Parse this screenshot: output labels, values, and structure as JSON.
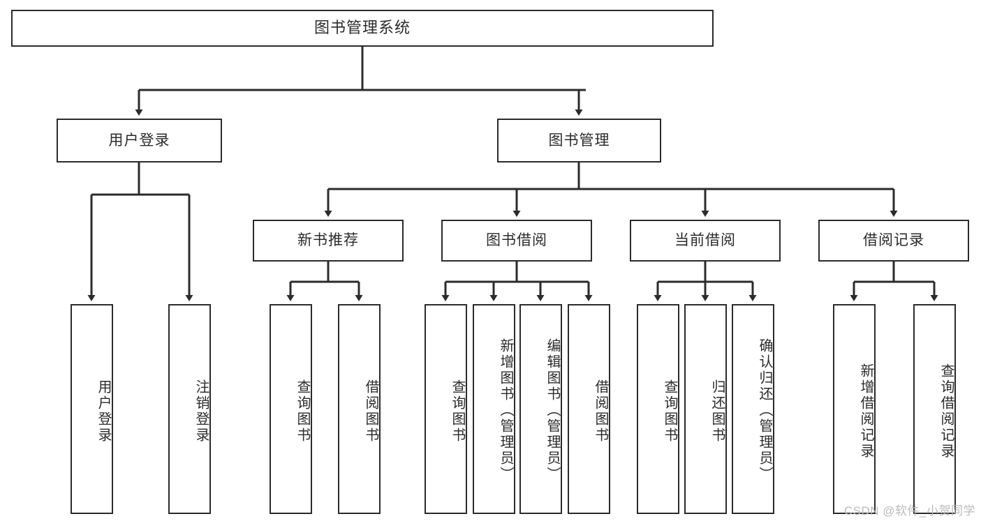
{
  "diagram": {
    "title": "图书管理系统",
    "type": "tree-hierarchy-chart",
    "root": {
      "label": "图书管理系统"
    },
    "level2": [
      {
        "label": "用户登录"
      },
      {
        "label": "图书管理"
      }
    ],
    "level3": [
      {
        "label": "新书推荐"
      },
      {
        "label": "图书借阅"
      },
      {
        "label": "当前借阅"
      },
      {
        "label": "借阅记录"
      }
    ],
    "leaves": {
      "user_login": [
        {
          "label": "用户登录"
        },
        {
          "label": "注销登录"
        }
      ],
      "new_book_recommend": [
        {
          "label": "查询图书"
        },
        {
          "label": "借阅图书"
        }
      ],
      "book_borrow": [
        {
          "label": "查询图书"
        },
        {
          "label": "新增图书（管理员）"
        },
        {
          "label": "编辑图书（管理员）"
        },
        {
          "label": "借阅图书"
        }
      ],
      "current_borrow": [
        {
          "label": "查询图书"
        },
        {
          "label": "归还图书"
        },
        {
          "label": "确认归还（管理员）"
        }
      ],
      "borrow_record": [
        {
          "label": "新增借阅记录"
        },
        {
          "label": "查询借阅记录"
        }
      ]
    }
  },
  "watermark": {
    "text": "CSDN @软件_小贺同学"
  },
  "colors": {
    "stroke": "#2b2b2b",
    "background": "#ffffff",
    "text": "#2b2b2b",
    "watermark": "#b9b9b9"
  }
}
